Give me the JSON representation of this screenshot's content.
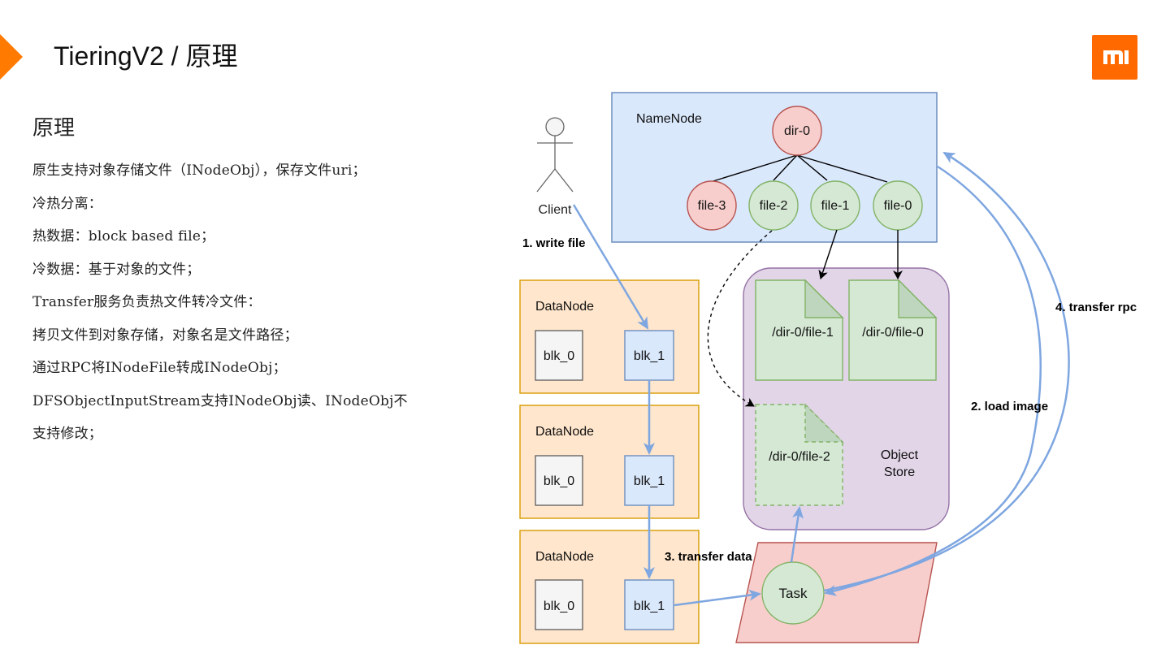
{
  "header": {
    "title": "TieringV2 / 原理",
    "accent_color": "#ff7a00",
    "logo": {
      "icon": "mi-logo-icon",
      "color": "#ff6900"
    }
  },
  "content": {
    "section_title": "原理",
    "bullets": [
      "原生支持对象存储文件（INodeObj），保存文件uri；",
      "冷热分离：",
      "热数据：block based file；",
      "冷数据：基于对象的文件；",
      "Transfer服务负责热文件转冷文件：",
      "拷贝文件到对象存储，对象名是文件路径；",
      "通过RPC将INodeFile转成INodeObj；",
      "DFSObjectInputStream支持INodeObj读、INodeObj不",
      "支持修改；"
    ]
  },
  "diagram": {
    "client": {
      "label": "Client",
      "icon": "actor-icon"
    },
    "namenode": {
      "label": "NameNode",
      "root": "dir-0",
      "files": [
        "file-3",
        "file-2",
        "file-1",
        "file-0"
      ]
    },
    "datanodes": [
      {
        "label": "DataNode",
        "blocks": [
          "blk_0",
          "blk_1"
        ]
      },
      {
        "label": "DataNode",
        "blocks": [
          "blk_0",
          "blk_1"
        ]
      },
      {
        "label": "DataNode",
        "blocks": [
          "blk_0",
          "blk_1"
        ]
      }
    ],
    "object_store": {
      "label_line1": "Object",
      "label_line2": "Store",
      "objects": [
        "/dir-0/file-1",
        "/dir-0/file-0",
        "/dir-0/file-2"
      ]
    },
    "task": {
      "label": "Task"
    },
    "steps": {
      "write_file": "1. write file",
      "load_image": "2. load image",
      "transfer_data": "3. transfer data",
      "transfer_rpc": "4. transfer rpc"
    },
    "colors": {
      "namenode_fill": "#dae8fc",
      "namenode_stroke": "#6c8ebf",
      "red_fill": "#f8cecc",
      "red_stroke": "#b85450",
      "green_fill": "#d5e8d4",
      "green_stroke": "#82b366",
      "datanode_fill": "#ffe6cc",
      "datanode_stroke": "#d79b00",
      "gray_fill": "#f5f5f5",
      "gray_stroke": "#666666",
      "objstore_fill": "#e1d5e7",
      "objstore_stroke": "#9673a6",
      "arrow_blue": "#7ea6e0"
    }
  }
}
